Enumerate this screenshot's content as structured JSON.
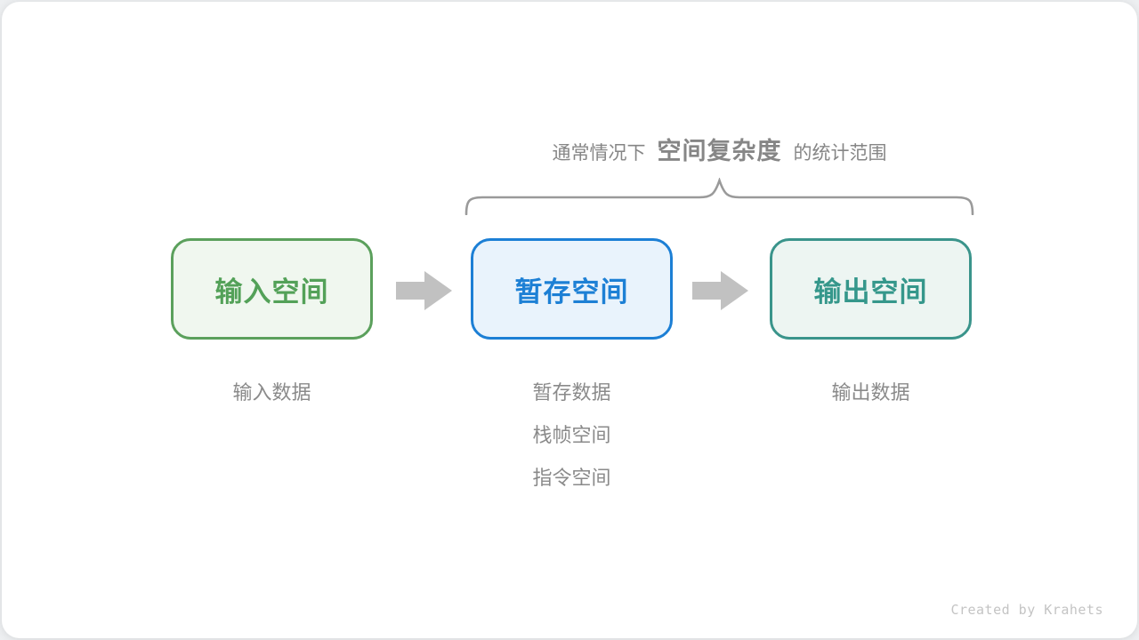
{
  "title": {
    "prefix": "通常情况下",
    "highlight": "空间复杂度",
    "suffix": "的统计范围"
  },
  "boxes": [
    {
      "label": "输入空间",
      "border_color": "#5ba05c",
      "bg_color": "#f0f7ef",
      "text_color": "#53a158",
      "sublabels": [
        "输入数据"
      ]
    },
    {
      "label": "暂存空间",
      "border_color": "#1c7fd5",
      "bg_color": "#e9f3fc",
      "text_color": "#1d80d5",
      "sublabels": [
        "暂存数据",
        "栈帧空间",
        "指令空间"
      ]
    },
    {
      "label": "输出空间",
      "border_color": "#3a948b",
      "bg_color": "#edf5f2",
      "text_color": "#35978b",
      "sublabels": [
        "输出数据"
      ]
    }
  ],
  "colors": {
    "arrow": "#c1c1c1",
    "brace": "#9a9a9a",
    "title_text": "#868686",
    "sublabel_text": "#8a8a8a",
    "credit_text": "#c4c4c4"
  },
  "footer": {
    "credit": "Created by Krahets"
  }
}
